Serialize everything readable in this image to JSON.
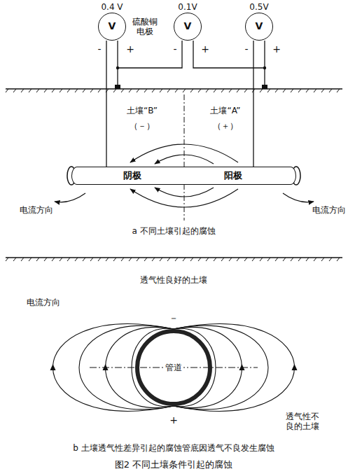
{
  "diagram": {
    "caption": "图2 不同土壤条件引起的腐蚀",
    "nodes": [
      {
        "text": [
          "0.4 V",
          "V"
        ]
      },
      {
        "text": [
          "0.1V",
          "V"
        ]
      },
      {
        "text": [
          "0.5V",
          "V"
        ]
      },
      {
        "text": [
          "阴极",
          "阳极"
        ]
      },
      {
        "text": [
          "管道"
        ]
      }
    ],
    "edges": [
      {
        "from": 0,
        "to": 3,
        "arrow": "none"
      },
      {
        "from": 2,
        "to": 3,
        "arrow": "none"
      }
    ],
    "labels": [
      "硫酸铜电极",
      "-",
      "+",
      "-",
      "+",
      "-",
      "+",
      "土壤“B”",
      "（－）",
      "土壤“A”",
      "（＋）",
      "电流方向",
      "电流方向",
      "a 不同土壤引起的腐蚀",
      "透气性良好的土壤",
      "电流方向",
      "－",
      "透气性不良的土壤",
      "+",
      "b 土壤透气性差异引起的腐蚀管底因透气不良发生腐蚀"
    ]
  }
}
